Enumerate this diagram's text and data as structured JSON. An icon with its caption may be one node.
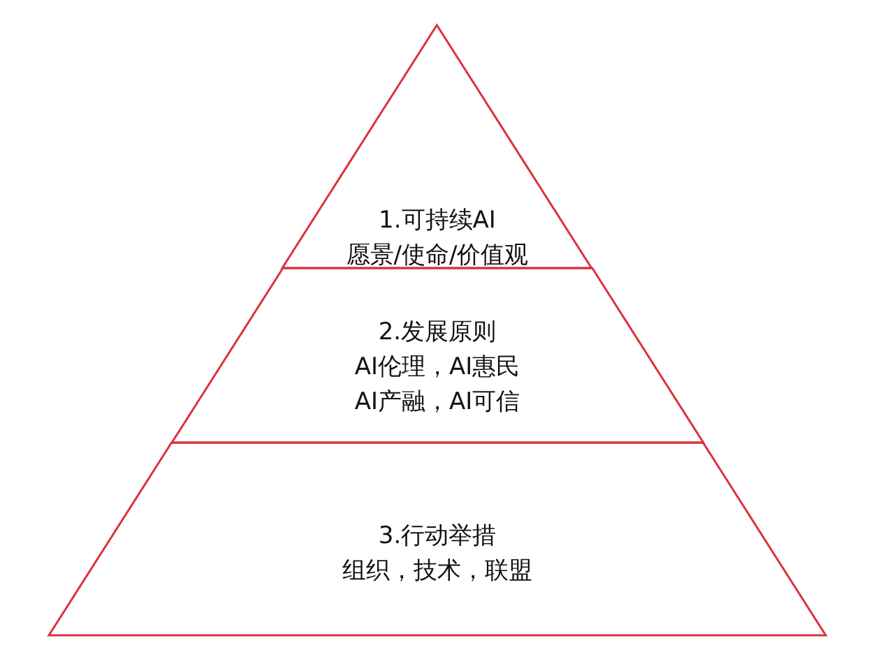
{
  "diagram": {
    "nodes": [
      {
        "text": [
          "1.可持续AI",
          "愿景/使命/价值观"
        ]
      },
      {
        "text": [
          "2.发展原则",
          "AI伦理，AI惠民",
          "AI产融，AI可信"
        ]
      },
      {
        "text": [
          "3.行动举措",
          "组织，技术，联盟"
        ]
      }
    ]
  }
}
